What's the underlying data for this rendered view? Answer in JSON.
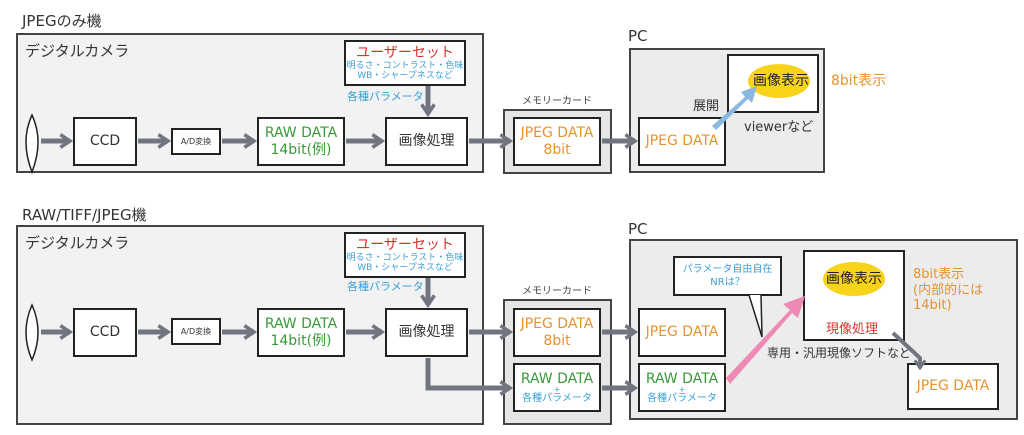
{
  "top": {
    "section_title": "JPEGのみ機",
    "camera_label": "デジタルカメラ",
    "user_set": {
      "title": "ユーザーセット",
      "line1": "明るさ・コントラスト・色味",
      "line2": "WB・シャープネスなど"
    },
    "params_label": "各種パラメータ",
    "ccd": "CCD",
    "ad": "A/D変換",
    "raw": {
      "line1": "RAW DATA",
      "line2": "14bit(例)"
    },
    "processing": "画像処理",
    "memory_card_label": "メモリーカード",
    "card_jpeg": {
      "line1": "JPEG DATA",
      "line2": "8bit"
    },
    "pc_label": "PC",
    "pc_jpeg": "JPEG DATA",
    "expand": "展開",
    "display": "画像表示",
    "viewer": "viewerなど",
    "bit_display": "8bit表示"
  },
  "bottom": {
    "section_title": "RAW/TIFF/JPEG機",
    "camera_label": "デジタルカメラ",
    "user_set": {
      "title": "ユーザーセット",
      "line1": "明るさ・コントラスト・色味",
      "line2": "WB・シャープネスなど"
    },
    "params_label": "各種パラメータ",
    "ccd": "CCD",
    "ad": "A/D変換",
    "raw": {
      "line1": "RAW DATA",
      "line2": "14bit(例)"
    },
    "processing": "画像処理",
    "memory_card_label": "メモリーカード",
    "card_jpeg": {
      "line1": "JPEG DATA",
      "line2": "8bit"
    },
    "card_raw": {
      "line1": "RAW DATA",
      "plus": "+",
      "line2": "各種パラメータ"
    },
    "pc_label": "PC",
    "pc_jpeg": "JPEG DATA",
    "pc_raw": {
      "line1": "RAW DATA",
      "plus": "+",
      "line2": "各種パラメータ"
    },
    "bubble": {
      "line1": "パラメータ自由自在",
      "line2": "NRは？"
    },
    "display": "画像表示",
    "develop": "現像処理",
    "software": "専用・汎用現像ソフトなど",
    "bit_display": {
      "line1": "8bit表示",
      "line2": "(内部的には",
      "line3": "14bit)"
    },
    "out_jpeg": "JPEG DATA"
  },
  "colors": {
    "arrow": "#70757f",
    "green": "#3a9a3a",
    "orange": "#e8922e",
    "red": "#d9322b",
    "blue": "#3aa0d8",
    "yellow": "#f7d31a",
    "light_blue_arrow": "#8ab8e0",
    "pink_arrow": "#ee88b4"
  }
}
